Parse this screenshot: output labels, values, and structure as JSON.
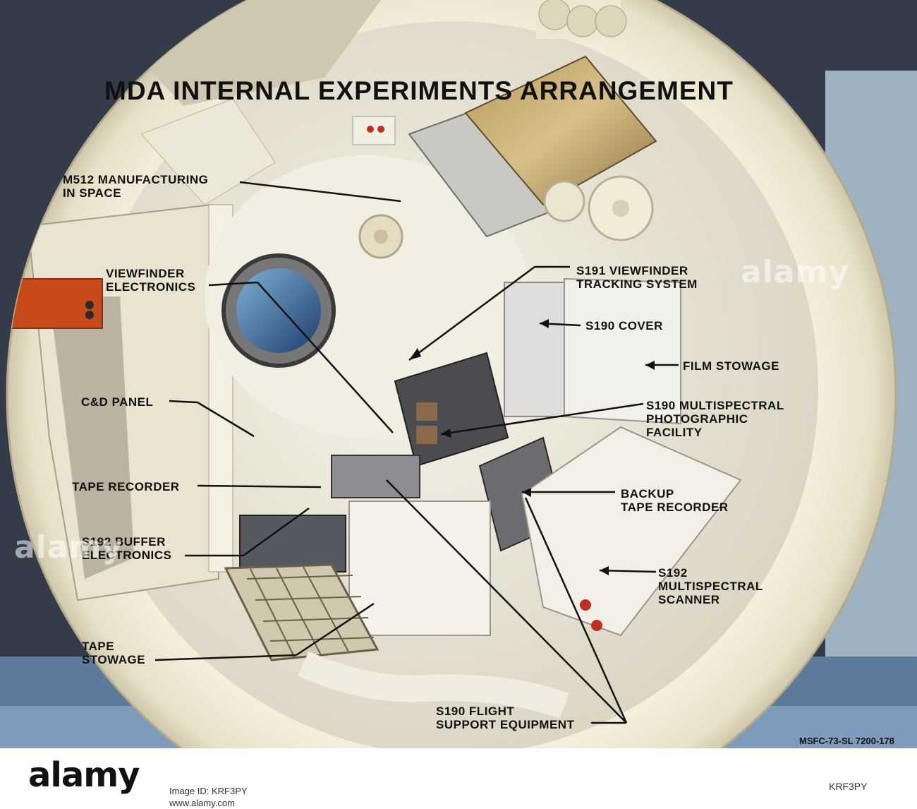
{
  "title": "MDA INTERNAL EXPERIMENTS ARRANGEMENT",
  "photo_code": "MSFC-73-SL 7200-178",
  "labels": {
    "m512": "M512 MANUFACTURING\nIN SPACE",
    "viewfinder_electronics": "VIEWFINDER\nELECTRONICS",
    "cd_panel": "C&D PANEL",
    "tape_recorder": "TAPE RECORDER",
    "s192_buffer": "S192 BUFFER\nELECTRONICS",
    "tape_stowage": "TAPE\nSTOWAGE",
    "s191": "S191 VIEWFINDER\nTRACKING SYSTEM",
    "s190_cover": "S190 COVER",
    "film_stowage": "FILM STOWAGE",
    "s190_multispectral": "S190 MULTISPECTRAL\nPHOTOGRAPHIC\nFACILITY",
    "backup_tape_recorder": "BACKUP\nTAPE RECORDER",
    "s192_scanner": "S192\nMULTISPECTRAL\nSCANNER",
    "s190_flight_support": "S190 FLIGHT\nSUPPORT EQUIPMENT"
  },
  "watermark": "alamy",
  "footer": {
    "logo": "alamy",
    "text": "Image ID: KRF3PY\nwww.alamy.com",
    "image_id": "KRF3PY"
  }
}
